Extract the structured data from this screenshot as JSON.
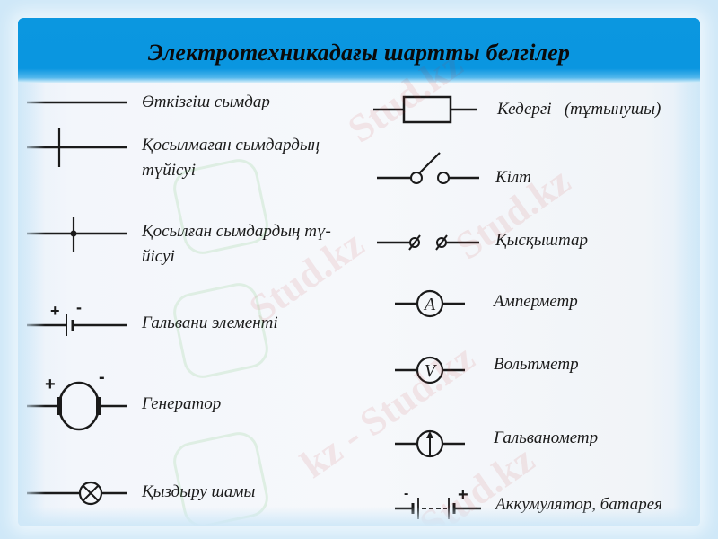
{
  "slide": {
    "title": "Электротехникадағы шартты белгілер",
    "colors": {
      "page_background": "#cfe8f8",
      "title_bar": "#0a96e0",
      "title_text": "#0a0a0a",
      "symbol_stroke": "#1a1a1a"
    }
  },
  "symbols": {
    "left": [
      {
        "id": "wire",
        "icon": "conductor-wire-icon",
        "label": "Өткізгіш сымдар"
      },
      {
        "id": "crossing",
        "icon": "unconnected-wires-crossing-icon",
        "label": "Қосылмаған сымдардың\nтүйісуі"
      },
      {
        "id": "junction",
        "icon": "connected-wires-junction-icon",
        "label": "Қосылған сымдардың тү-\nйісуі"
      },
      {
        "id": "cell",
        "icon": "galvanic-cell-icon",
        "label": "Гальвани элементі",
        "plus": "+",
        "minus": "-"
      },
      {
        "id": "generator",
        "icon": "generator-icon",
        "label": "Генератор",
        "plus": "+",
        "minus": "-"
      },
      {
        "id": "lamp",
        "icon": "incandescent-lamp-icon",
        "label": "Қыздыру шамы"
      }
    ],
    "right": [
      {
        "id": "resistor",
        "icon": "resistor-icon",
        "label": "Кедергі   (тұтынушы)"
      },
      {
        "id": "switch",
        "icon": "switch-key-icon",
        "label": "Кілт"
      },
      {
        "id": "terminals",
        "icon": "terminal-clamps-icon",
        "label": "Қысқыштар"
      },
      {
        "id": "ammeter",
        "icon": "ammeter-icon",
        "label": "Амперметр",
        "glyph": "A"
      },
      {
        "id": "voltmeter",
        "icon": "voltmeter-icon",
        "label": "Вольтметр",
        "glyph": "V"
      },
      {
        "id": "galvanometer",
        "icon": "galvanometer-icon",
        "label": "Гальванометр"
      },
      {
        "id": "battery",
        "icon": "battery-accumulator-icon",
        "label": "Аккумулятор, батарея",
        "plus": "+",
        "minus": "-"
      }
    ]
  },
  "watermark": {
    "text": "Stud.kz",
    "text_alt": "kz - Stud.kz"
  }
}
